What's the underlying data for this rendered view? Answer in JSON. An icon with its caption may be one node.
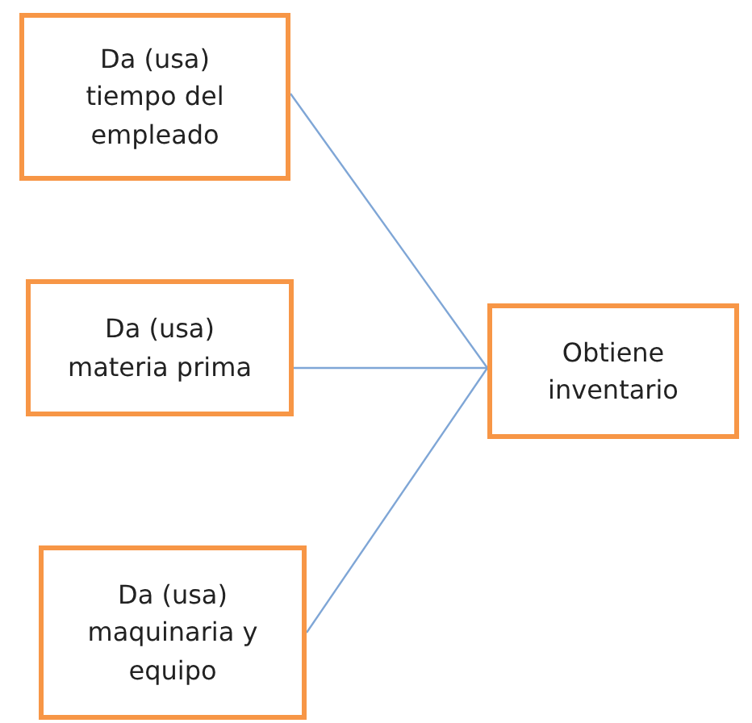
{
  "diagram": {
    "nodes": [
      {
        "text": [
          "Da (usa) tiempo del empleado"
        ]
      },
      {
        "text": [
          "Da (usa) materia prima"
        ]
      },
      {
        "text": [
          "Da (usa) maquinaria y equipo"
        ]
      },
      {
        "text": [
          "Obtiene inventario"
        ]
      }
    ],
    "edges": [
      {
        "from": 0,
        "to": 3,
        "arrow": "none"
      },
      {
        "from": 1,
        "to": 3,
        "arrow": "none"
      },
      {
        "from": 2,
        "to": 3,
        "arrow": "none"
      }
    ]
  }
}
